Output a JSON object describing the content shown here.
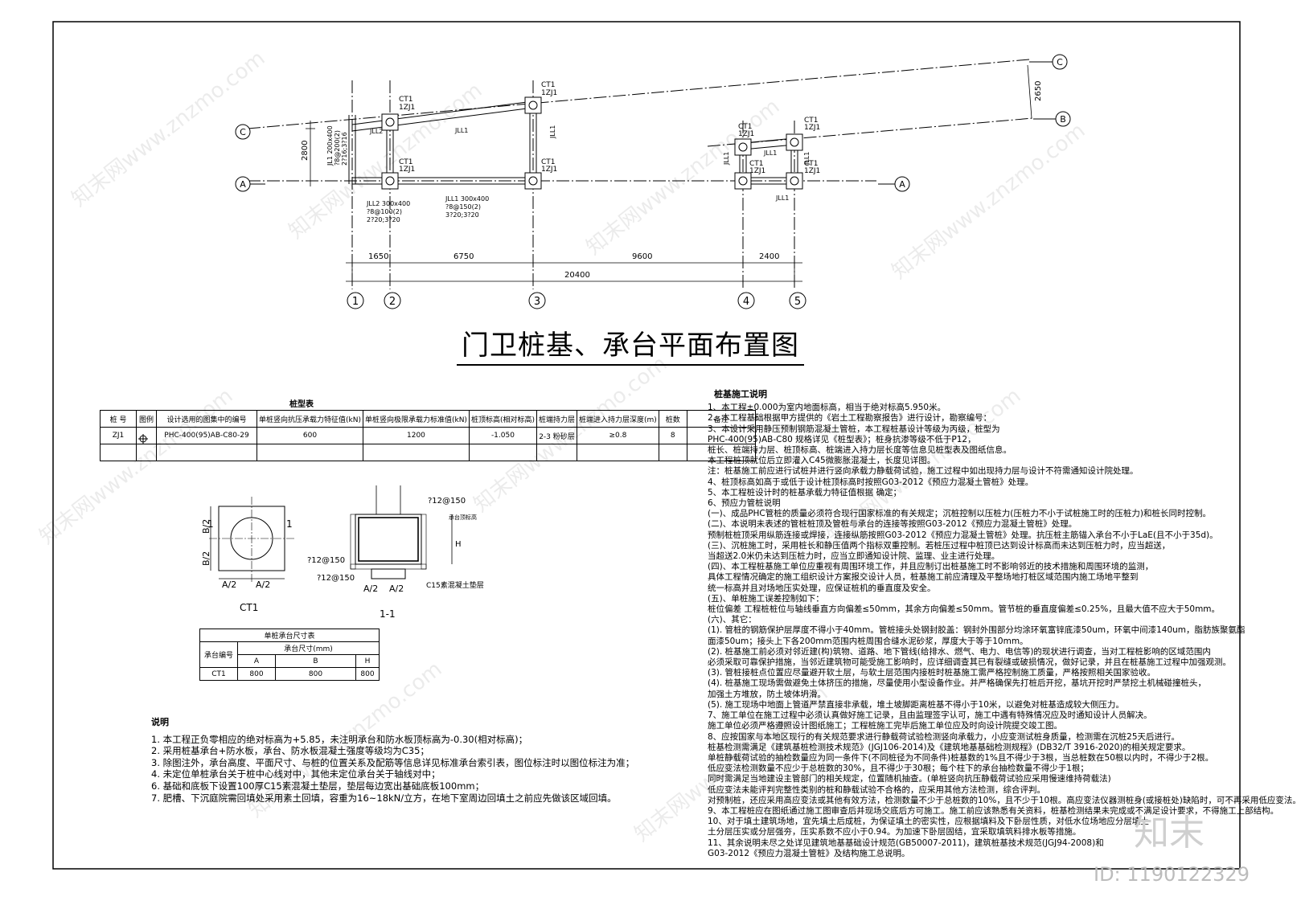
{
  "plan": {
    "title": "门卫桩基、承台平面布置图",
    "axis_letters": {
      "a": "A",
      "b": "B",
      "c": "C"
    },
    "axis_numbers": [
      "1",
      "2",
      "3",
      "4",
      "5"
    ],
    "dims_bottom": [
      "1650",
      "6750",
      "9600",
      "2400"
    ],
    "dim_total": "20400",
    "dim_left": "2800",
    "dim_right": "2650",
    "labels": {
      "ct1": "CT1",
      "zj1": "1ZJ1",
      "jll1": "JLL1",
      "jll2": "JLL2",
      "jl1_note": [
        "JL1 200x400",
        "?8@200(2)",
        "2?16;3?16"
      ],
      "jll2_note": [
        "JLL2 300x400",
        "?8@100(2)",
        "2?20;3?20"
      ],
      "jll1_note": [
        "JLL1 300x400",
        "?8@150(2)",
        "3?20;3?20"
      ]
    }
  },
  "pile_table": {
    "caption": "桩型表",
    "headers": [
      "桩 号",
      "图例",
      "设计选用的图集中的编号",
      "单桩竖向抗压承载力特征值(kN)",
      "单桩竖向极限承载力标准值(kN)",
      "桩顶标高(相对标高)",
      "桩端持力层",
      "桩端进入持力层深度(m)",
      "桩数",
      "备注"
    ],
    "row": [
      "ZJ1",
      "",
      "PHC-400(95)AB-C80-29",
      "600",
      "1200",
      "-1.050",
      "2-3 粉砂层",
      "≥0.8",
      "8",
      ""
    ]
  },
  "ct1_detail": {
    "name": "CT1",
    "section_name": "1-1",
    "b_half": "B/2",
    "a_half": "A/2",
    "mark": "1",
    "h": "H",
    "rebar_top": "?12@150",
    "rebar_left": "?12@150",
    "rebar_bottom": "?12@150",
    "cushion": "C15素混凝土垫层",
    "elev_note": "承台顶标高"
  },
  "cap_table": {
    "caption": "单桩承台尺寸表",
    "col_id": "承台编号",
    "col_size": "承台尺寸(mm)",
    "sub": [
      "A",
      "B",
      "H"
    ],
    "row": [
      "CT1",
      "800",
      "800",
      "800"
    ]
  },
  "notes_left": {
    "heading": "说明",
    "lines": [
      "1. 本工程正负零相应的绝对标高为+5.85，未注明承台和防水板顶标高为-0.30(相对标高)；",
      "2. 采用桩基承台+防水板，承台、防水板混凝土强度等级均为C35；",
      "3. 除图注外，承台高度、平面尺寸、与桩的位置关系及配筋等信息详见标准承台索引表，图位标注时以图位标注为准；",
      "4. 未定位单桩承台关于桩中心线对中，其他未定位承台关于轴线对中；",
      "6. 基础和底板下设置100厚C15素混凝土垫层，垫层每边宽出基础底板100mm；",
      "7. 肥槽、下沉庭院需回填处采用素土回填，容重为16~18kN/立方，在地下室周边回填土之前应先做该区域回填。"
    ]
  },
  "notes_right": {
    "heading": "桩基施工说明",
    "lines": [
      "1、本工程±0.000为室内地面标高，相当于绝对标高5.950米。",
      "2、本工程基础根据甲方提供的《岩土工程勘察报告》进行设计，勘察编号：",
      "3、本设计采用静压预制钢筋混凝土管桩，本工程桩基设计等级为丙级，桩型为",
      "    PHC-400(95)AB-C80  规格详见《桩型表》；桩身抗渗等级不低于P12，",
      "    桩长、桩端持力层、桩顶标高、桩端进入持力层长度等信息见桩型表及图纸信息。",
      "    本工程桩顶就位后立即灌入C45微膨胀混凝土，长度见详图。",
      "注：桩基施工前应进行试桩并进行竖向承载力静载荷试验，施工过程中如出现持力层与设计不符需通知设计院处理。",
      "4、桩顶标高如高于或低于设计桩顶标高时按照G03-2012《预应力混凝土管桩》处理。",
      "5、本工程桩设计时的桩基承载力特征值根据                  确定；",
      "6、预应力管桩说明",
      "   (一)、成品PHC管桩的质量必须符合现行国家标准的有关规定；沉桩控制以压桩力(压桩力不小于试桩施工时的压桩力)和桩长同时控制。",
      "   (二)、本说明未表述的管桩桩顶及管桩与承台的连接等按照G03-2012《预应力混凝土管桩》处理。",
      "         预制桩桩顶采用纵筋连接或焊接，连接纵筋按照G03-2012《预应力混凝土管桩》处理。抗压桩主筋锚入承台不小于LaE(且不小于35d)。",
      "   (三)、沉桩施工时，采用桩长和静压值两个指标双重控制。若桩压过程中桩顶已达到设计标高而未达到压桩力时，应当超送，",
      "         当超送2.0米仍未达到压桩力时，应当立即通知设计院、监理、业主进行处理。",
      "   (四)、本工程桩基施工单位应重视有周围环境工作，并且应制订出桩基施工时不影响邻近的技术措施和周围环境的监测，",
      "         具体工程情况确定的施工组织设计方案报交设计人员，桩基施工前应清理及平整场地打桩区域范围内施工场地平整到",
      "         统一标高并且对场地压实处理，应保证桩机的垂直度及安全。",
      "   (五)、单桩施工误差控制如下：",
      "         桩位偏差  工程桩桩位与轴线垂直方向偏差≤50mm，其余方向偏差≤50mm。管节桩的垂直度偏差≤0.25%，且最大值不应大于50mm。",
      "   (六)、其它：",
      "     (1). 管桩的钢筋保护层厚度不得小于40mm。管桩接头处钢封胶盖：钢封外围部分均涂环氧富锌底漆50um，环氧中间漆140um，脂肪族聚氨酯",
      "          面漆50um；接头上下各200mm范围内桩周围合缝水泥砂浆，厚度大于等于10mm。",
      "     (2). 桩基施工前必须对邻近建(构)筑物、道路、地下管线(给排水、燃气、电力、电信等)的现状进行调查，当对工程桩影响的区域范围内",
      "          必须采取可靠保护措施，当邻近建筑物可能受施工影响时，应详细调查其已有裂缝或破损情况，做好记录，并且在桩基施工过程中加强观测。",
      "     (3). 管桩接桩点位置应尽量避开软土层，与软土层范围内接桩时桩基施工需严格控制施工质量，严格按照相关国家验收。",
      "     (4). 桩基施工现场需做避免土体挤压的措施，尽量使用小型设备作业。并严格确保先打桩后开挖，基坑开挖时严禁挖土机械碰撞桩头，",
      "          加强土方堆放，防土坡体坍滑。",
      "     (5). 施工现场中地面上管道严禁直接非承载，堆土坡脚距离桩基不得小于10米，以避免对桩基造成较大侧压力。",
      "7、施工单位在施工过程中必须认真做好施工记录，且由监理签字认可，施工中遇有特殊情况应及时通知设计人员解决。",
      "   施工单位必须严格遵照设计图纸施工；工程桩施工完毕后施工单位应及时向设计院提交竣工图。",
      "8、应按国家与本地区现行的有关规范要求进行静载荷试验检测竖向承载力，小应变测试桩身质量，检测需在沉桩25天后进行。",
      "   桩基检测需满足《建筑基桩检测技术规范》(JGJ106-2014)及《建筑地基基础检测规程》(DB32/T 3916-2020)的相关规定要求。",
      "   单桩静载荷试验的抽检数量应为同一条件下(不同桩径为不同条件)桩基数的1%且不得少于3根，当总桩数在50根以内时，不得少于2根。",
      "   低应变法检测数量不应少于总桩数的30%，且不得少于30根；每个柱下的承台抽检数量不得少于1根；",
      "   同时需满足当地建设主管部门的相关规定，位置随机抽查。(单桩竖向抗压静载荷试验应采用慢速维持荷载法)",
      "   低应变法未能评判完整性类别的桩和静载试验不合格的，应采用其他方法检测，综合评判。",
      "   对预制桩，还应采用高应变法或其他有效方法，检测数量不少于总桩数的10%，且不少于10根。高应变法仪器测桩身(或接桩处)缺陷时，可不再采用低应变法。",
      "9、本工程桩应在图纸通过施工图审查后并现场交底后方可施工。施工前应该熟悉有关资料，桩基检测结果未完成或不满足设计要求，不得施工上部结构。",
      "10、对于填土建筑场地，宜先填土后成桩，为保证填土的密实性，应根据填料及下卧层性质，对低水位场地应分层填土",
      "   土分层压实或分层强夯，压实系数不应小于0.94。为加速下卧层固结，宜采取填筑料排水板等措施。",
      "11、其余说明未尽之处详见建筑地基基础设计规范(GB50007-2011)，建筑桩基技术规范(JGJ94-2008)和",
      "   G03-2012《预应力混凝土管桩》及结构施工总说明。"
    ]
  },
  "watermarks": [
    "知末网www.znzmo.com",
    "知末网www.znzmo.com",
    "知末网www.znzmo.com",
    "知末网www.znzmo.com",
    "知末网www.znzmo.com",
    "知末网www.znzmo.com",
    "知末网www.znzmo.com",
    "知末网www.znzmo.com",
    "知末网www.znzmo.com"
  ],
  "brand": "知末",
  "id_tag": "ID: 1190122329"
}
